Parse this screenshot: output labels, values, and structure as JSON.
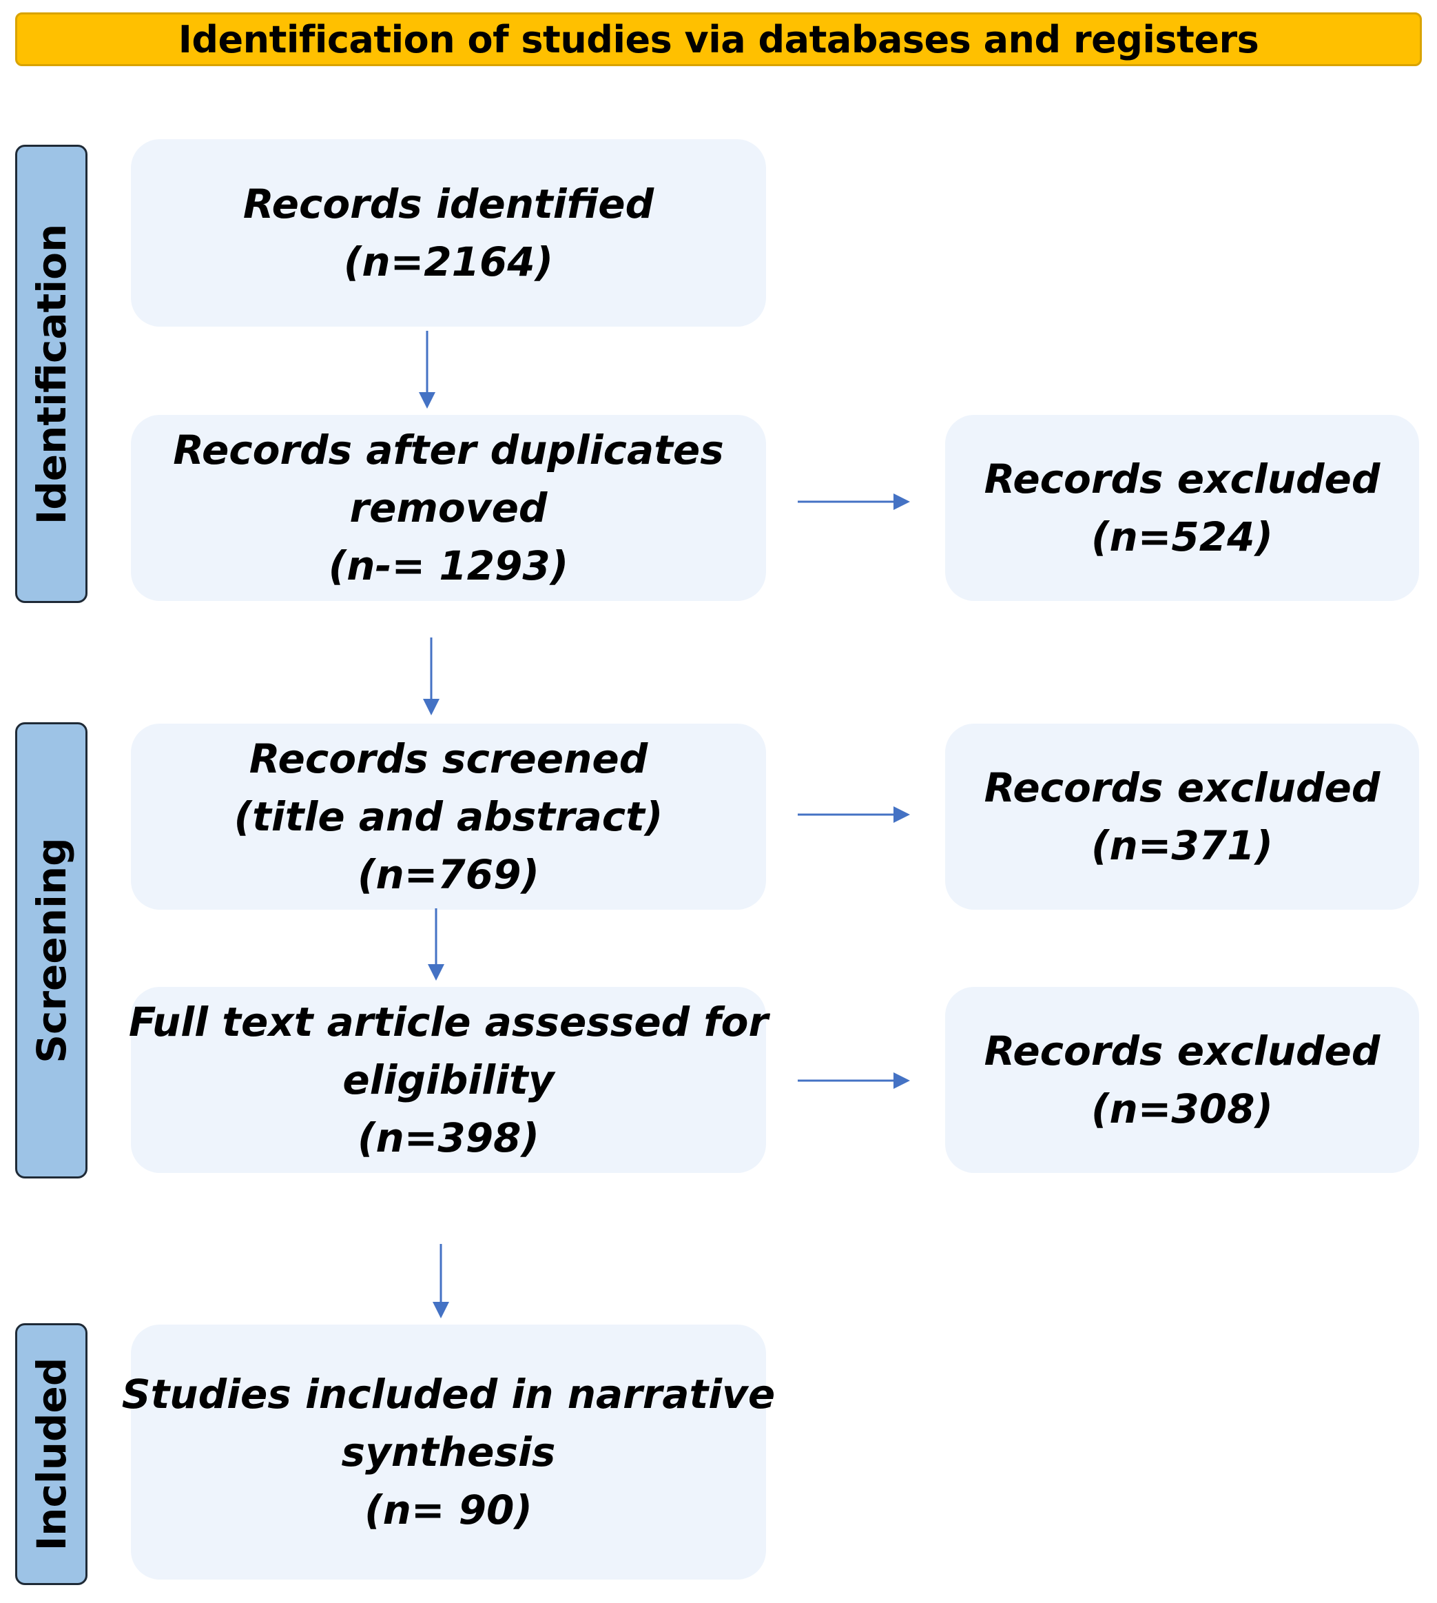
{
  "header": {
    "title": "Identification of studies via databases and registers"
  },
  "stages": {
    "identification": "Identification",
    "screening": "Screening",
    "included": "Included"
  },
  "boxes": {
    "identified": {
      "line1": "Records identified",
      "line2": "(n=2164)"
    },
    "deduplicated": {
      "line1": "Records after duplicates",
      "line2": "removed",
      "line3": "(n-= 1293)"
    },
    "excluded_1": {
      "line1": "Records excluded",
      "line2": "(n=524)"
    },
    "screened": {
      "line1": "Records screened",
      "line2": "(title and abstract)",
      "line3": "(n=769)"
    },
    "excluded_2": {
      "line1": "Records excluded",
      "line2": "(n=371)"
    },
    "fulltext": {
      "line1": "Full text article assessed for",
      "line2": "eligibility",
      "line3": "(n=398)"
    },
    "excluded_3": {
      "line1": "Records excluded",
      "line2": "(n=308)"
    },
    "included": {
      "line1": "Studies included in narrative",
      "line2": "synthesis",
      "line3": "(n= 90)"
    }
  },
  "colors": {
    "header_fill": "#ffc000",
    "stage_fill": "#9dc3e6",
    "box_fill": "#eef4fc",
    "arrow": "#4472c4"
  }
}
